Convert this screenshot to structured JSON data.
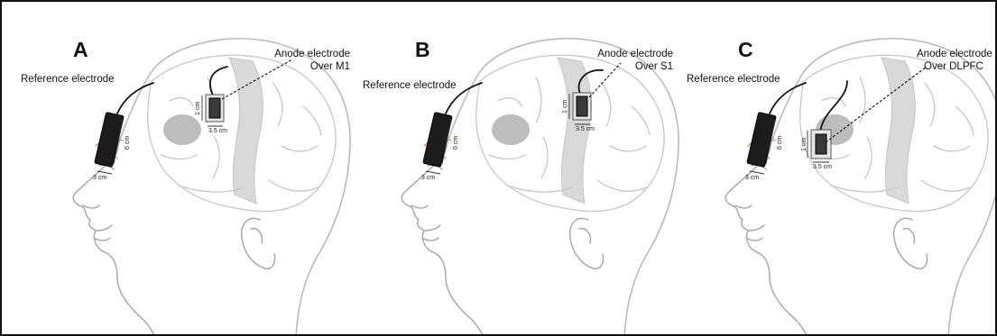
{
  "panels": [
    {
      "letter": "A",
      "reference_label": "Reference electrode",
      "anode_label_line1": "Anode electrode",
      "anode_label_line2": "Over M1",
      "ref_width_label": "3 cm",
      "ref_length_label": "6 cm",
      "anode_height_label": "1 cm",
      "anode_width_label": "3.5 cm"
    },
    {
      "letter": "B",
      "reference_label": "Reference electrode",
      "anode_label_line1": "Anode electrode",
      "anode_label_line2": "Over S1",
      "ref_width_label": "3 cm",
      "ref_length_label": "6 cm",
      "anode_height_label": "1 cm",
      "anode_width_label": "3.5 cm"
    },
    {
      "letter": "C",
      "reference_label": "Reference electrode",
      "anode_label_line1": "Anode electrode",
      "anode_label_line2": "Over DLPFC",
      "ref_width_label": "3 cm",
      "ref_length_label": "6 cm",
      "anode_height_label": "1 cm",
      "anode_width_label": "3.5 cm"
    }
  ],
  "colors": {
    "electrode": "#1c1c1c",
    "brain_region": "#d9d9d9",
    "head_outline": "#b9b9b9",
    "border": "#111111"
  }
}
